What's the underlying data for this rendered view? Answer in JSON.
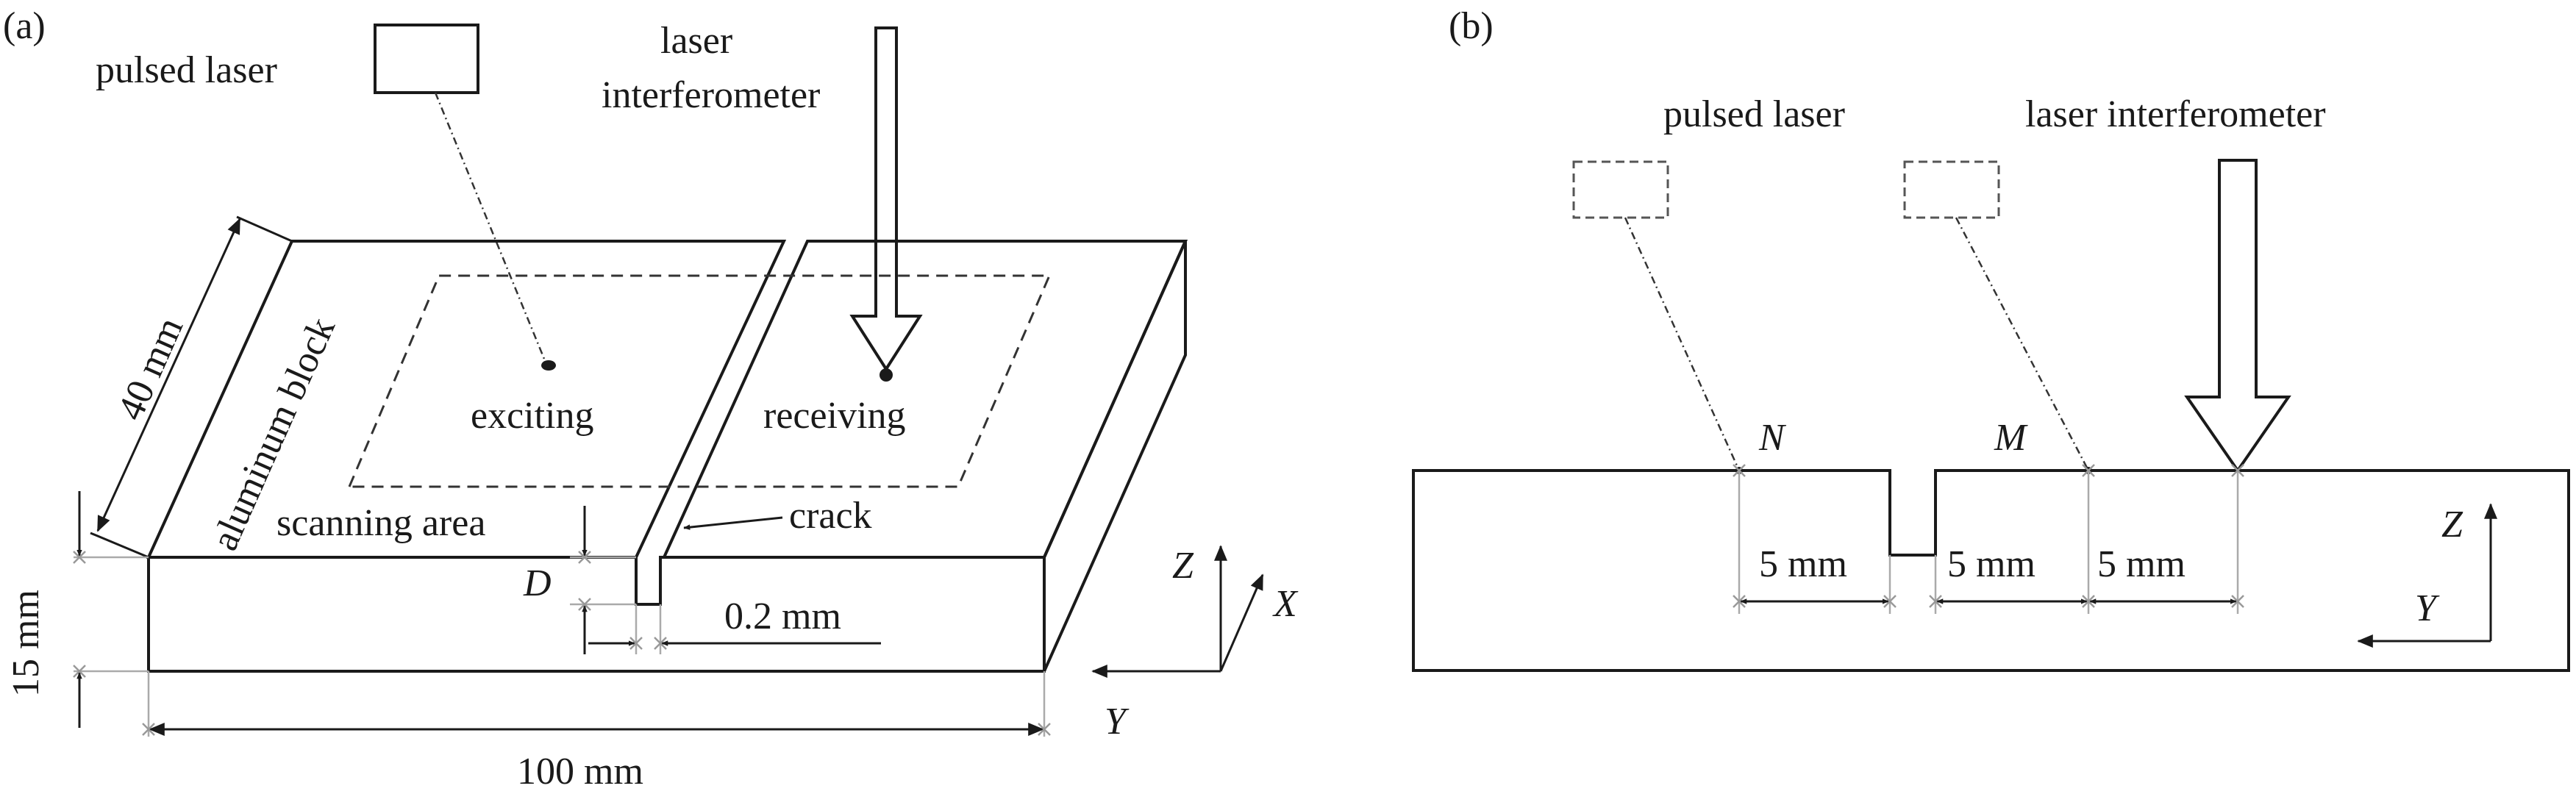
{
  "panel_a": {
    "tag": "(a)",
    "pulsed_laser": "pulsed laser",
    "laser_interferometer_line1": "laser",
    "laser_interferometer_line2": "interferometer",
    "block_label": "aluminum block",
    "exciting": "exciting",
    "receiving": "receiving",
    "scanning_area": "scanning area",
    "crack": "crack",
    "depth_symbol": "D",
    "crack_width": "0.2 mm",
    "width_dim": "40 mm",
    "height_dim": "15 mm",
    "length_dim": "100 mm",
    "axis_z": "Z",
    "axis_x": "X",
    "axis_y": "Y"
  },
  "panel_b": {
    "tag": "(b)",
    "pulsed_laser": "pulsed laser",
    "laser_interferometer": "laser interferometer",
    "point_n": "N",
    "point_m": "M",
    "dim_1": "5 mm",
    "dim_2": "5 mm",
    "dim_3": "5 mm",
    "axis_z": "Z",
    "axis_y": "Y"
  }
}
